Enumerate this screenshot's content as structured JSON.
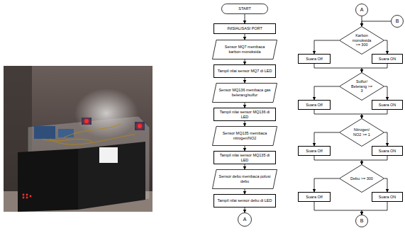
{
  "diagram": {
    "nodes": [
      {
        "text": [
          "START"
        ]
      },
      {
        "text": [
          "INISIALISASI PORT"
        ]
      },
      {
        "text": [
          "Sensor MQ7 membaca karbon monoksida"
        ]
      },
      {
        "text": [
          "Tampil nilai sensor MQ7 di LED"
        ]
      },
      {
        "text": [
          "Sensor MQ136 membaca gas belerang/sulfur"
        ]
      },
      {
        "text": [
          "Tampil nilai sensor MQ136 di LED"
        ]
      },
      {
        "text": [
          "Sensor MQ135 membaca nitrogen/NO2"
        ]
      },
      {
        "text": [
          "Tampil nilai sensor MQ135 di LED"
        ]
      },
      {
        "text": [
          "Sensor debu membaca polusi debu"
        ]
      },
      {
        "text": [
          "Tampil nilai sensor debu di LED"
        ]
      },
      {
        "text": [
          "A"
        ]
      },
      {
        "text": [
          "A"
        ]
      },
      {
        "text": [
          "B"
        ]
      },
      {
        "text": [
          "Karbon monoksida >= 300"
        ]
      },
      {
        "text": [
          "Suara Off"
        ]
      },
      {
        "text": [
          "Suara ON"
        ]
      },
      {
        "text": [
          "Sulfur/ Belerang >= 3"
        ]
      },
      {
        "text": [
          "Suara Off"
        ]
      },
      {
        "text": [
          "Suara ON"
        ]
      },
      {
        "text": [
          "Nitrogen/ NO2 >= 1"
        ]
      },
      {
        "text": [
          "Suara Off"
        ]
      },
      {
        "text": [
          "Suara ON"
        ]
      },
      {
        "text": [
          "Debu >= 300"
        ]
      },
      {
        "text": [
          "Suara Off"
        ]
      },
      {
        "text": [
          "Suara ON"
        ]
      },
      {
        "text": [
          "B"
        ]
      }
    ],
    "edges": [
      {
        "from": 0,
        "to": 1,
        "arrow": "to"
      },
      {
        "from": 1,
        "to": 2,
        "arrow": "to"
      },
      {
        "from": 2,
        "to": 3,
        "arrow": "to"
      },
      {
        "from": 3,
        "to": 4,
        "arrow": "to"
      },
      {
        "from": 4,
        "to": 5,
        "arrow": "to"
      },
      {
        "from": 5,
        "to": 6,
        "arrow": "to"
      },
      {
        "from": 6,
        "to": 7,
        "arrow": "to"
      },
      {
        "from": 7,
        "to": 8,
        "arrow": "to"
      },
      {
        "from": 8,
        "to": 9,
        "arrow": "to"
      },
      {
        "from": 9,
        "to": 10,
        "arrow": "to"
      },
      {
        "from": 11,
        "to": 13,
        "arrow": "to"
      },
      {
        "from": 12,
        "to": 13,
        "arrow": "to"
      },
      {
        "from": 13,
        "to": 14,
        "arrow": "to"
      },
      {
        "from": 13,
        "to": 15,
        "arrow": "to"
      },
      {
        "from": 14,
        "to": 16,
        "arrow": "to"
      },
      {
        "from": 15,
        "to": 16,
        "arrow": "to"
      },
      {
        "from": 16,
        "to": 17,
        "arrow": "to"
      },
      {
        "from": 16,
        "to": 18,
        "arrow": "to"
      },
      {
        "from": 17,
        "to": 19,
        "arrow": "to"
      },
      {
        "from": 18,
        "to": 19,
        "arrow": "to"
      },
      {
        "from": 19,
        "to": 20,
        "arrow": "to"
      },
      {
        "from": 19,
        "to": 21,
        "arrow": "to"
      },
      {
        "from": 20,
        "to": 22,
        "arrow": "to"
      },
      {
        "from": 21,
        "to": 22,
        "arrow": "to"
      },
      {
        "from": 22,
        "to": 23,
        "arrow": "to"
      },
      {
        "from": 22,
        "to": 24,
        "arrow": "to"
      },
      {
        "from": 23,
        "to": 25,
        "arrow": "to"
      },
      {
        "from": 24,
        "to": 25,
        "arrow": "to"
      }
    ]
  }
}
